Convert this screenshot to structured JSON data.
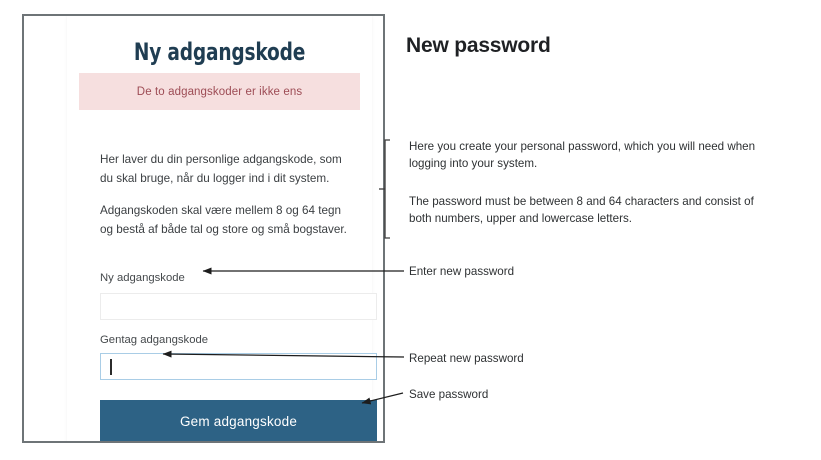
{
  "screenshot": {
    "card": {
      "title": "Ny adgangskode",
      "alert": "De to adgangskoder er ikke ens",
      "paragraphs": [
        "Her laver du din personlige adgangskode, som du skal bruge, når du logger ind i dit system.",
        "Adgangskoden skal være mellem 8 og 64 tegn og bestå af både tal og store og små bogstaver."
      ],
      "fields": [
        {
          "label": "Ny adgangskode",
          "value": "",
          "focused": false
        },
        {
          "label": "Gentag adgangskode",
          "value": "",
          "focused": true
        }
      ],
      "submit_label": "Gem adgangskode"
    }
  },
  "annotations": {
    "heading": "New password",
    "intro": "Here you create your personal password, which you will need when logging into your system.",
    "rules": "The password must be between 8 and 64 characters and consist of both numbers, upper and lowercase letters.",
    "callouts": [
      {
        "text": "Enter new password"
      },
      {
        "text": "Repeat new password"
      },
      {
        "text": "Save password"
      }
    ]
  },
  "colors": {
    "title_navy": "#1f3d52",
    "alert_bg": "#f6dfdf",
    "alert_text": "#9d4c55",
    "button_blue": "#2d6285",
    "focus_border": "#a9cde6",
    "frame_border": "#6e7477"
  }
}
